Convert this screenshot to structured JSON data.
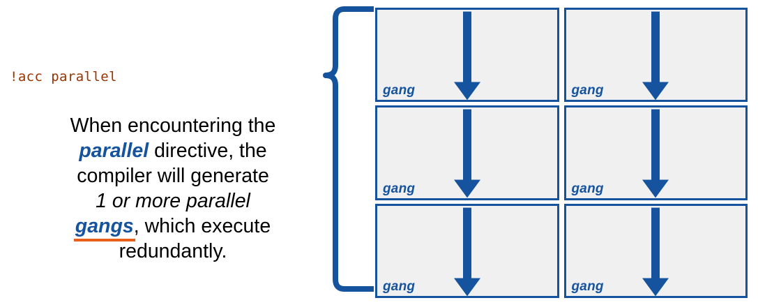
{
  "slide": {
    "code_directive": "!acc parallel",
    "description": {
      "line1_a": "When encountering the",
      "kw_parallel": "parallel",
      "line2_b": " directive, the",
      "line3": "compiler will generate",
      "line4_italic": "1 or more parallel",
      "kw_gangs": "gangs",
      "line5_b": ", which execute",
      "line6": "redundantly."
    }
  },
  "brace": {
    "icon": "left-curly-brace",
    "color": "#15539E"
  },
  "grid": {
    "rows": 3,
    "columns": 2,
    "cell_label": "gang",
    "arrow_icon": "down-arrow",
    "border_color": "#15539E",
    "fill_color": "#F0F0F0",
    "cells": [
      {
        "label": "gang"
      },
      {
        "label": "gang"
      },
      {
        "label": "gang"
      },
      {
        "label": "gang"
      },
      {
        "label": "gang"
      },
      {
        "label": "gang"
      }
    ]
  },
  "colors": {
    "blue": "#15539E",
    "orange": "#E8601A",
    "code_brown": "#993300",
    "cell_gray": "#F0F0F0",
    "text_black": "#000000"
  }
}
